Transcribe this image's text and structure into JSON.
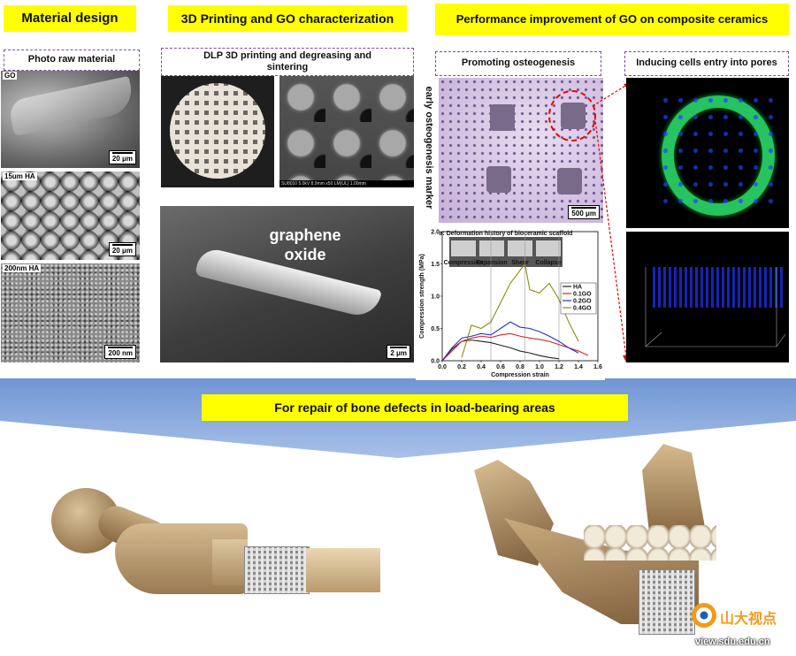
{
  "headers": {
    "material_design": "Material design",
    "printing": "3D Printing and GO characterization",
    "performance": "Performance improvement of GO on composite ceramics"
  },
  "subheaders": {
    "photo_raw": "Photo raw material",
    "dlp": "DLP 3D printing and degreasing and sintering",
    "osteogenesis": "Promoting osteogenesis",
    "inducing": "Inducing cells entry into pores"
  },
  "sem_panels": {
    "go": {
      "label": "GO",
      "scale": "20 μm"
    },
    "ha15": {
      "label": "15um HA",
      "scale": "20 μm"
    },
    "ha200": {
      "label": "200nm HA",
      "scale": "200 nm"
    },
    "scaffold_sem_caption": "SU8010 5.0kV 8.9mm x50 LM(UL)    1.00mm",
    "graphene": {
      "line1": "graphene",
      "line2": "oxide",
      "scale": "2 μm"
    },
    "stain_scale": "500 μm"
  },
  "side_label": "early osteogenesis marker",
  "banner": "For repair of bone defects in load-bearing areas",
  "watermark": {
    "cn": "山大视点",
    "url": "view.sdu.edu.cn"
  },
  "chart_data": {
    "type": "line",
    "title": "",
    "inset_title": "a: Deformation history of bioceramic scaffold",
    "inset_labels": [
      "Compression",
      "Expansion",
      "Shear",
      "Collapse"
    ],
    "xlabel": "Compression strain",
    "ylabel": "Compression strength (MPa)",
    "xlim": [
      0.0,
      1.6
    ],
    "ylim": [
      0.0,
      2.0
    ],
    "xticks": [
      "0.0",
      "0.2",
      "0.4",
      "0.6",
      "0.8",
      "1.0",
      "1.2",
      "1.4",
      "1.6"
    ],
    "yticks": [
      "0.0",
      "0.5",
      "1.0",
      "1.5",
      "2.0"
    ],
    "vlines": [
      0.5,
      0.85,
      1.2
    ],
    "series": [
      {
        "name": "HA",
        "color": "#222222",
        "x": [
          0.0,
          0.1,
          0.2,
          0.3,
          0.4,
          0.5,
          0.6,
          0.7,
          0.8,
          0.9,
          1.0,
          1.1,
          1.2
        ],
        "y": [
          0.0,
          0.18,
          0.3,
          0.32,
          0.3,
          0.28,
          0.24,
          0.2,
          0.15,
          0.12,
          0.08,
          0.05,
          0.03
        ]
      },
      {
        "name": "0.1GO",
        "color": "#dd2222",
        "x": [
          0.0,
          0.1,
          0.2,
          0.3,
          0.4,
          0.5,
          0.6,
          0.7,
          0.8,
          0.9,
          1.0,
          1.1,
          1.2,
          1.3,
          1.4,
          1.5
        ],
        "y": [
          0.0,
          0.15,
          0.3,
          0.35,
          0.38,
          0.36,
          0.4,
          0.42,
          0.38,
          0.35,
          0.33,
          0.3,
          0.25,
          0.2,
          0.15,
          0.08
        ]
      },
      {
        "name": "0.2GO",
        "color": "#2233cc",
        "x": [
          0.0,
          0.1,
          0.2,
          0.3,
          0.4,
          0.5,
          0.6,
          0.7,
          0.8,
          0.9,
          1.0,
          1.1,
          1.2,
          1.3,
          1.4
        ],
        "y": [
          0.0,
          0.2,
          0.35,
          0.38,
          0.42,
          0.4,
          0.5,
          0.6,
          0.52,
          0.5,
          0.45,
          0.38,
          0.3,
          0.2,
          0.12
        ]
      },
      {
        "name": "0.4GO",
        "color": "#8a8a10",
        "x": [
          0.2,
          0.25,
          0.3,
          0.4,
          0.5,
          0.6,
          0.7,
          0.8,
          0.85,
          0.9,
          1.0,
          1.1,
          1.2,
          1.3,
          1.4
        ],
        "y": [
          0.05,
          0.3,
          0.55,
          0.5,
          0.6,
          0.9,
          1.2,
          1.4,
          1.5,
          1.1,
          1.05,
          1.2,
          0.95,
          0.6,
          0.3
        ]
      }
    ],
    "legend_position": "right"
  }
}
